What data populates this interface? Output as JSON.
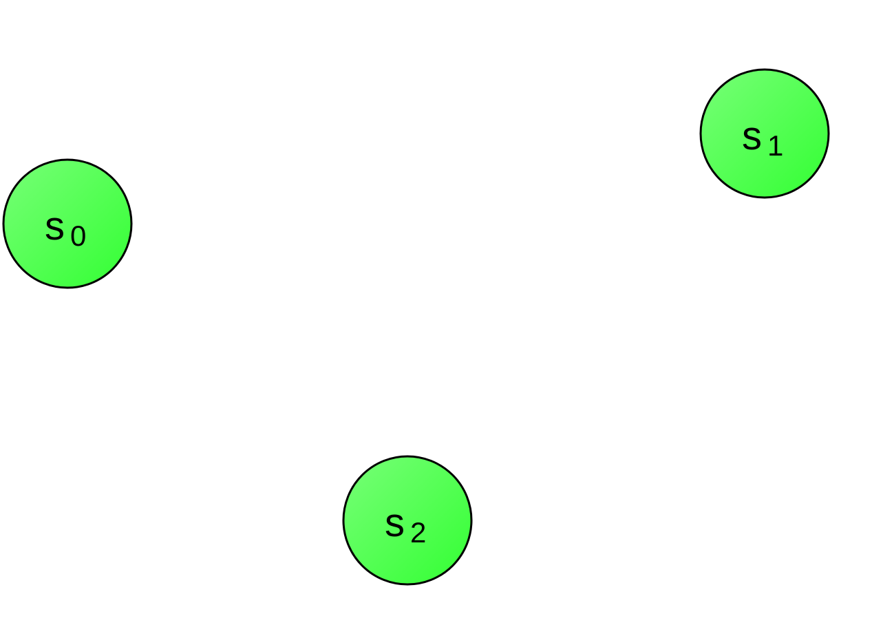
{
  "colors": {
    "node_fill_light": "#77ff77",
    "node_fill_dark": "#33ff33",
    "node_stroke": "#000000"
  },
  "nodes": [
    {
      "id": "s0",
      "label": "s",
      "subscript": "0"
    },
    {
      "id": "s1",
      "label": "s",
      "subscript": "1"
    },
    {
      "id": "s2",
      "label": "s",
      "subscript": "2"
    }
  ]
}
